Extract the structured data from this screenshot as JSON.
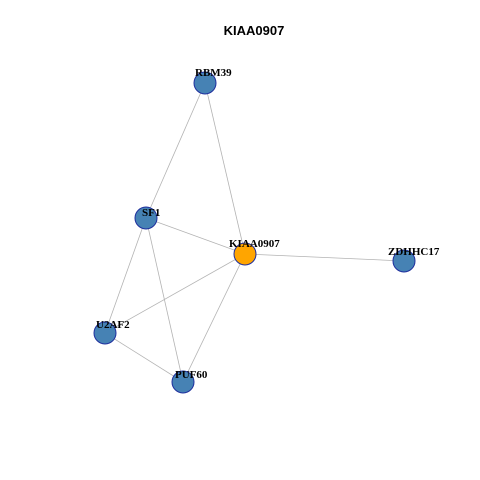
{
  "title": "KIAA0907",
  "colors": {
    "default_node": "#4682B4",
    "focus_node": "#FFA500",
    "node_border": "#1F2F9E",
    "edge": "#B3B3B3"
  },
  "nodes": [
    {
      "id": "RBM39",
      "label": "RBM39",
      "focus": false
    },
    {
      "id": "SF1",
      "label": "SF1",
      "focus": false
    },
    {
      "id": "KIAA0907",
      "label": "KIAA0907",
      "focus": true
    },
    {
      "id": "ZDHHC17",
      "label": "ZDHHC17",
      "focus": false
    },
    {
      "id": "U2AF2",
      "label": "U2AF2",
      "focus": false
    },
    {
      "id": "PUF60",
      "label": "PUF60",
      "focus": false
    }
  ],
  "edges": [
    [
      "RBM39",
      "SF1"
    ],
    [
      "RBM39",
      "KIAA0907"
    ],
    [
      "SF1",
      "KIAA0907"
    ],
    [
      "SF1",
      "U2AF2"
    ],
    [
      "SF1",
      "PUF60"
    ],
    [
      "KIAA0907",
      "ZDHHC17"
    ],
    [
      "KIAA0907",
      "U2AF2"
    ],
    [
      "KIAA0907",
      "PUF60"
    ],
    [
      "U2AF2",
      "PUF60"
    ]
  ]
}
